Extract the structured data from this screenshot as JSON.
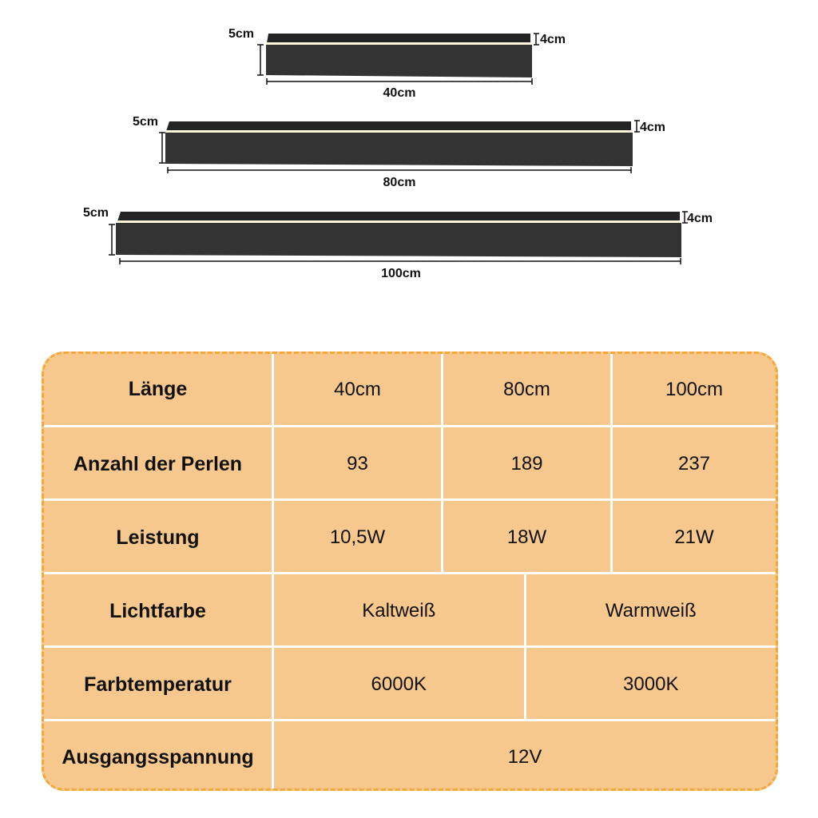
{
  "lamps": [
    {
      "length_label": "40cm",
      "height_label": "5cm",
      "depth_label": "4cm"
    },
    {
      "length_label": "80cm",
      "height_label": "5cm",
      "depth_label": "4cm"
    },
    {
      "length_label": "100cm",
      "height_label": "5cm",
      "depth_label": "4cm"
    }
  ],
  "table": {
    "rows": [
      {
        "header": "Länge",
        "values": [
          "40cm",
          "80cm",
          "100cm"
        ]
      },
      {
        "header": "Anzahl der Perlen",
        "values": [
          "93",
          "189",
          "237"
        ]
      },
      {
        "header": "Leistung",
        "values": [
          "10,5W",
          "18W",
          "21W"
        ]
      },
      {
        "header": "Lichtfarbe",
        "values": [
          "Kaltweiß",
          "Warmweiß"
        ]
      },
      {
        "header": "Farbtemperatur",
        "values": [
          "6000K",
          "3000K"
        ]
      },
      {
        "header": "Ausgangsspannung",
        "values": [
          "12V"
        ]
      }
    ]
  },
  "colors": {
    "table_fill": "#f6c88d",
    "table_border": "#f4a83c",
    "lamp_body": "#2f2f2f",
    "lamp_glow": "#fff6dc"
  }
}
